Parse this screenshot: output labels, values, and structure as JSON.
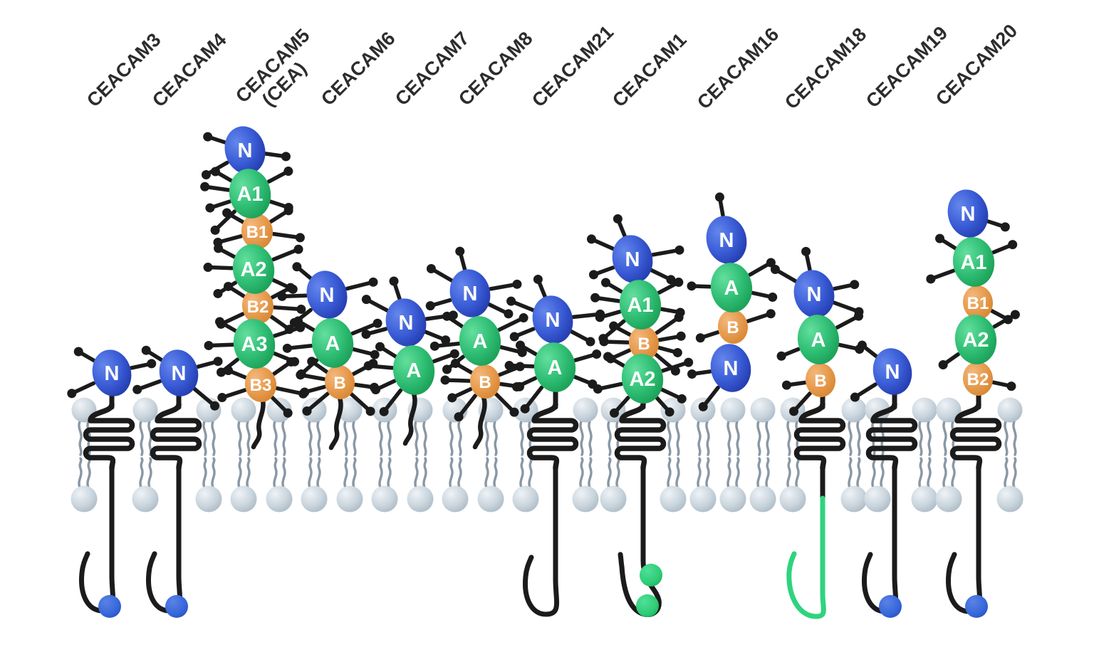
{
  "figure": {
    "subject": "CEACAM family membrane protein domain architecture",
    "membrane": "lipid bilayer"
  },
  "colors": {
    "domain_N_blue": "#3a5cd6",
    "domain_A_green": "#2fbe74",
    "domain_B_orange": "#e69b4e",
    "lipid_head_gray": "#c9d4dc",
    "lipid_tail_gray": "#8a97a4",
    "protein_line_black": "#1b1b1b",
    "tail_ball_blue": "#3566d9",
    "tail_ball_green": "#2ecc74",
    "cytoplasmic_green_tail": "#2ed47e",
    "label_text": "#2c2c2c"
  },
  "proteins": [
    {
      "name": "CEACAM3",
      "label_lines": [
        "CEACAM3"
      ],
      "membrane_anchor": "transmembrane",
      "cytoplasmic_tail_end": "blue-ball",
      "domains": [
        {
          "label": "N",
          "type": "N",
          "glyco_sites": [
            150,
            205,
            12
          ]
        }
      ]
    },
    {
      "name": "CEACAM4",
      "label_lines": [
        "CEACAM4"
      ],
      "membrane_anchor": "transmembrane",
      "cytoplasmic_tail_end": "blue-ball",
      "domains": [
        {
          "label": "N",
          "type": "N",
          "glyco_sites": [
            148,
            200,
            15,
            -40
          ]
        }
      ]
    },
    {
      "name": "CEACAM5 (CEA)",
      "label_lines": [
        "CEACAM5",
        "(CEA)"
      ],
      "membrane_anchor": "gpi",
      "cytoplasmic_tail_end": "none",
      "domains": [
        {
          "label": "N",
          "type": "N",
          "glyco_sites": [
            162,
            210,
            -8
          ]
        },
        {
          "label": "A1",
          "type": "A",
          "glyco_sites": [
            150,
            172,
            198,
            224,
            28,
            -18
          ]
        },
        {
          "label": "B1",
          "type": "B",
          "glyco_sites": [
            150,
            195,
            32,
            -8
          ]
        },
        {
          "label": "A2",
          "type": "A",
          "glyco_sites": [
            152,
            178,
            212,
            22,
            -25
          ]
        },
        {
          "label": "B2",
          "type": "B",
          "glyco_sites": [
            148,
            205,
            28,
            -4,
            -35
          ]
        },
        {
          "label": "A3",
          "type": "A",
          "glyco_sites": [
            150,
            182,
            218,
            18,
            -22
          ]
        },
        {
          "label": "B3",
          "type": "B",
          "glyco_sites": [
            158,
            198,
            35,
            -12,
            -45
          ]
        }
      ]
    },
    {
      "name": "CEACAM6",
      "label_lines": [
        "CEACAM6"
      ],
      "membrane_anchor": "gpi",
      "cytoplasmic_tail_end": "none",
      "domains": [
        {
          "label": "N",
          "type": "N",
          "glyco_sites": [
            140,
            182,
            218,
            14
          ]
        },
        {
          "label": "A",
          "type": "A",
          "glyco_sites": [
            150,
            186,
            222,
            22,
            -14
          ]
        },
        {
          "label": "B",
          "type": "B",
          "glyco_sites": [
            145,
            170,
            195,
            220,
            28,
            -8,
            -42
          ]
        }
      ]
    },
    {
      "name": "CEACAM7",
      "label_lines": [
        "CEACAM7"
      ],
      "membrane_anchor": "gpi",
      "cytoplasmic_tail_end": "none",
      "domains": [
        {
          "label": "N",
          "type": "N",
          "glyco_sites": [
            108,
            152,
            195,
            8,
            -22
          ]
        },
        {
          "label": "A",
          "type": "A",
          "glyco_sites": [
            148,
            175,
            205,
            232,
            20
          ]
        }
      ]
    },
    {
      "name": "CEACAM8",
      "label_lines": [
        "CEACAM8"
      ],
      "membrane_anchor": "gpi",
      "cytoplasmic_tail_end": "none",
      "domains": [
        {
          "label": "N",
          "type": "N",
          "glyco_sites": [
            105,
            150,
            196,
            10,
            -26
          ]
        },
        {
          "label": "A",
          "type": "A",
          "glyco_sites": [
            146,
            186,
            218,
            26,
            -14
          ]
        },
        {
          "label": "B",
          "type": "B",
          "glyco_sites": [
            150,
            178,
            205,
            232,
            22,
            -8,
            -45
          ]
        }
      ]
    },
    {
      "name": "CEACAM21",
      "label_lines": [
        "CEACAM21"
      ],
      "membrane_anchor": "transmembrane",
      "cytoplasmic_tail_end": "plain-hook",
      "domains": [
        {
          "label": "N",
          "type": "N",
          "glyco_sites": [
            112,
            158,
            202,
            6,
            -28
          ]
        },
        {
          "label": "A",
          "type": "A",
          "glyco_sites": [
            150,
            178,
            205,
            232,
            16,
            -22
          ]
        }
      ]
    },
    {
      "name": "CEACAM1",
      "label_lines": [
        "CEACAM1"
      ],
      "membrane_anchor": "transmembrane",
      "cytoplasmic_tail_end": "two-green-balls",
      "domains": [
        {
          "label": "N",
          "type": "N",
          "glyco_sites": [
            112,
            156,
            200,
            10,
            -26
          ]
        },
        {
          "label": "A1",
          "type": "A",
          "glyco_sites": [
            150,
            172,
            196,
            220,
            28,
            -10
          ]
        },
        {
          "label": "B",
          "type": "B",
          "glyco_sites": [
            152,
            178,
            204,
            35,
            10,
            -15,
            -40
          ]
        },
        {
          "label": "A2",
          "type": "A",
          "glyco_sites": [
            150,
            192,
            228,
            18,
            -25,
            -48
          ]
        }
      ]
    },
    {
      "name": "CEACAM16",
      "label_lines": [
        "CEACAM16"
      ],
      "membrane_anchor": "secreted",
      "cytoplasmic_tail_end": "none",
      "domains": [
        {
          "label": "N",
          "type": "N",
          "glyco_sites": [
            100
          ]
        },
        {
          "label": "A",
          "type": "A",
          "glyco_sites": [
            178,
            30,
            -12
          ]
        },
        {
          "label": "B",
          "type": "B",
          "glyco_sites": [
            198,
            18
          ]
        },
        {
          "label": "N",
          "type": "N",
          "glyco_sites": [
            188,
            232
          ]
        }
      ]
    },
    {
      "name": "CEACAM18",
      "label_lines": [
        "CEACAM18"
      ],
      "membrane_anchor": "transmembrane",
      "cytoplasmic_tail_end": "green-tail",
      "domains": [
        {
          "label": "N",
          "type": "N",
          "glyco_sites": [
            102,
            150,
            12,
            -20
          ]
        },
        {
          "label": "A",
          "type": "A",
          "glyco_sites": [
            202,
            28,
            -12
          ]
        },
        {
          "label": "B",
          "type": "B",
          "glyco_sites": [
            188,
            228
          ]
        }
      ]
    },
    {
      "name": "CEACAM19",
      "label_lines": [
        "CEACAM19"
      ],
      "membrane_anchor": "transmembrane",
      "cytoplasmic_tail_end": "blue-ball",
      "domains": [
        {
          "label": "N",
          "type": "N",
          "glyco_sites": [
            142,
            212
          ]
        }
      ]
    },
    {
      "name": "CEACAM20",
      "label_lines": [
        "CEACAM20"
      ],
      "membrane_anchor": "transmembrane",
      "cytoplasmic_tail_end": "blue-ball",
      "domains": [
        {
          "label": "N",
          "type": "N",
          "glyco_sites": [
            -18
          ]
        },
        {
          "label": "A1",
          "type": "A",
          "glyco_sites": [
            148,
            200,
            22
          ]
        },
        {
          "label": "B1",
          "type": "B",
          "glyco_sites": [
            -28
          ]
        },
        {
          "label": "A2",
          "type": "A",
          "glyco_sites": [
            215,
            30
          ]
        },
        {
          "label": "B2",
          "type": "B",
          "glyco_sites": [
            -12
          ]
        }
      ]
    }
  ]
}
